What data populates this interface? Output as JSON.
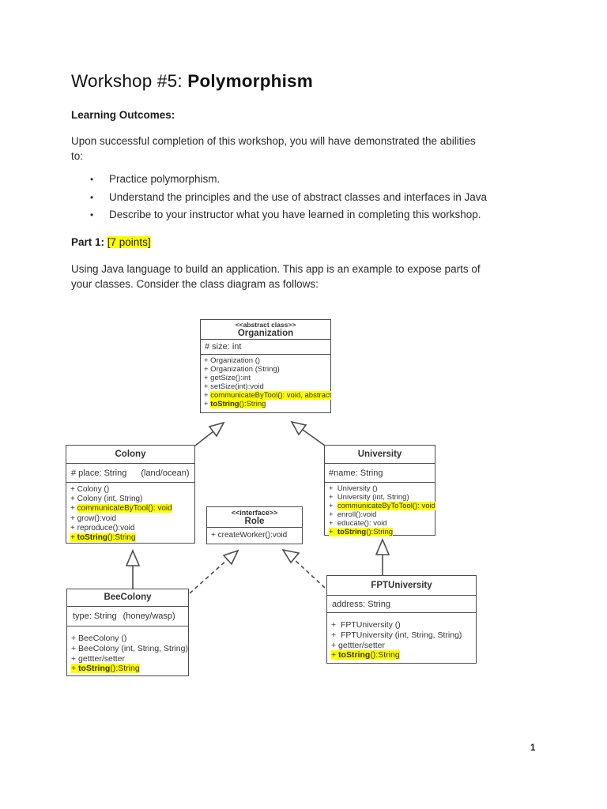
{
  "colors": {
    "highlight": "#ffff00",
    "box_border": "#4c4c4c",
    "text": "#222222"
  },
  "doc": {
    "title": {
      "normal": "Workshop #5: ",
      "bold": "Polymorphism"
    },
    "learning_outcomes_heading": "Learning Outcomes:",
    "intro_line1": "Upon successful completion of this workshop, you will have demonstrated the abilities",
    "intro_line2": "to:",
    "bullet_glyph": "•",
    "bullets": [
      "Practice polymorphism.",
      "Understand the principles and the use of abstract classes and interfaces in Java",
      "Describe to your instructor what you have learned in completing this workshop."
    ],
    "part1": {
      "label": "Part 1: ",
      "points": "[7 points]"
    },
    "body_line1": "Using Java language to build an application. This app is an example to expose parts of",
    "body_line2": "your classes. Consider the class diagram as follows:",
    "page_number": "1"
  },
  "diagram": {
    "org": {
      "stereotype": "<<abstract class>>",
      "name": "Organization",
      "attr": "# size: int",
      "m": [
        {
          "p": "+ Organization ()"
        },
        {
          "p": "+ Organization (String)"
        },
        {
          "p": "+ getSize():int"
        },
        {
          "p": "+ setSize(int):void"
        },
        {
          "p": "+ ",
          "a": "communicateByTool(): void, abstract"
        },
        {
          "p": "+ ",
          "b": "toString",
          "c": "():String"
        }
      ]
    },
    "colony": {
      "name": "Colony",
      "attr": "# place: String",
      "attr_note": "(land/ocean)",
      "m": [
        {
          "p": "+ Colony ()"
        },
        {
          "p": "+ Colony (int, String)"
        },
        {
          "p": "+ ",
          "a": "communicateByTool(): void"
        },
        {
          "p": "+ grow():void"
        },
        {
          "p": "+ reproduce():void"
        },
        {
          "a": "+ ",
          "b": "toString",
          "c": "():String"
        }
      ]
    },
    "university": {
      "name": "University",
      "attr": "#name: String",
      "m": [
        {
          "p": "+  University ()"
        },
        {
          "p": "+  University (int, String)"
        },
        {
          "p": "+  ",
          "a": "communicateByToTool(): void"
        },
        {
          "p": "+  enroll():void"
        },
        {
          "p": "+  educate(): void"
        },
        {
          "a": "+  ",
          "b": "toString",
          "c": "():String"
        }
      ]
    },
    "role": {
      "stereotype": "<<interface>>",
      "name": "Role",
      "m": [
        {
          "p": "+ createWorker():void"
        }
      ]
    },
    "bee": {
      "name": "BeeColony",
      "attr": "type: String",
      "attr_note": "(honey/wasp)",
      "m": [
        {
          "p": "+ BeeColony ()"
        },
        {
          "p": "+ BeeColony (int, String, String)"
        },
        {
          "p": "+ gettter/setter"
        },
        {
          "a": "+ ",
          "b": "toString",
          "c": "():String"
        }
      ]
    },
    "fpt": {
      "name": "FPTUniversity",
      "attr": "address: String",
      "m": [
        {
          "p": "+  FPTUniversity ()"
        },
        {
          "p": "+  FPTUniversity (int, String, String)"
        },
        {
          "p": "+ gettter/setter"
        },
        {
          "a": "+ ",
          "b": "toString",
          "c": "():String"
        }
      ]
    }
  }
}
